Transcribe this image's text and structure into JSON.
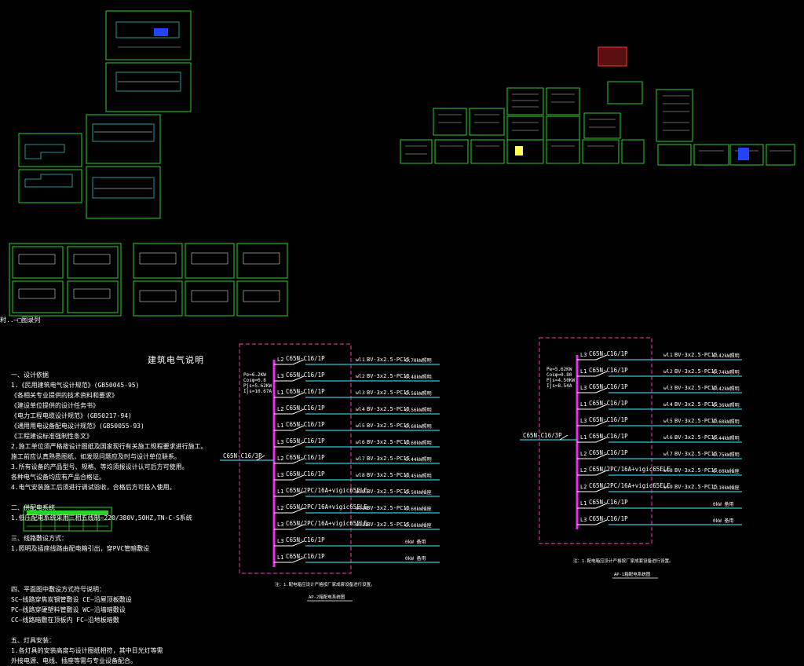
{
  "colors": {
    "background": "#000000",
    "frame": "#2bd12b",
    "bus": "#e830e8",
    "dashed_box": "#d0308c",
    "feeder": "#33c6d8",
    "text": "#ffffff",
    "highlight": "#ff3030"
  },
  "top_label": "籿..—□图录列",
  "notes": {
    "title": "建筑电气说明",
    "lines": [
      "一、设计依据",
      "1.《民用建筑电气设计规范》(GB50045-95)",
      "  《各相关专业提供的技术资料和要求》",
      "  《建设单位提供的设计任务书》",
      "  《电力工程电缆设计规范》(GB50217-94)",
      "  《通用用电设备配电设计规范》(GB50055-93)",
      "  《工程建设标准强制性条文》",
      "2.施工单位须严格按设计图纸及国家现行有关施工规程要求进行施工。",
      "  施工前应认真熟悉图纸，如发现问题应及时与设计单位联系。",
      "3.所有设备的产品型号、规格、等均须报设计认可后方可使用。",
      "  各种电气设备均应有产品合格证。",
      "4.电气安装施工后须进行调试验收，合格后方可投入使用。",
      "",
      "二、供配电系统",
      "1.低压配电系统采用三相五线制~220/380V,50HZ,TN-C-S系统",
      "",
      "三、线路敷设方式：",
      "1.照明及插座线路由配电箱引出，穿PVC管暗敷设",
      "",
      "",
      "",
      "四、平面图中敷设方式符号说明：",
      "  SC—线路穿焦炭钢管敷设  CE—沿屋顶板敷设",
      "  PC—线路穿硬塑料管敷设  WC—沿墙暗敷设",
      "  CC—线路暗敷在顶板内   FC—沿地板暗敷",
      "",
      "五、灯具安装：",
      "1.各灯具的安装高度与设计图纸相符，其中日光灯等需",
      "  外接电源、电线、插座等需与专业设备配合。"
    ]
  },
  "diagram_left": {
    "incoming": "C65N-C16/3P",
    "params": [
      "Pe=6.2KW",
      "Cosφ=0.8",
      "Pjs=5.62KW",
      "Ijs=10.67A"
    ],
    "circuits": [
      {
        "phase": "L2",
        "breaker": "C65N-C16/1P",
        "id": "wl1",
        "cable": "BV-3x2.5-PC15",
        "load": "0.70kW照明"
      },
      {
        "phase": "L3",
        "breaker": "C65N-C16/1P",
        "id": "wl2",
        "cable": "BV-3x2.5-PC15",
        "load": "0.48kW照明"
      },
      {
        "phase": "L1",
        "breaker": "C65N-C16/1P",
        "id": "wl3",
        "cable": "BV-3x2.5-PC15",
        "load": "0.56kW照明"
      },
      {
        "phase": "L2",
        "breaker": "C65N-C16/1P",
        "id": "wl4",
        "cable": "BV-3x2.5-PC15",
        "load": "0.56kW照明"
      },
      {
        "phase": "L1",
        "breaker": "C65N-C16/1P",
        "id": "wl5",
        "cable": "BV-3x2.5-PC15",
        "load": "0.60kW照明"
      },
      {
        "phase": "L3",
        "breaker": "C65N-C16/1P",
        "id": "wl6",
        "cable": "BV-3x2.5-PC15",
        "load": "0.60kW照明"
      },
      {
        "phase": "L2",
        "breaker": "C65N-C16/1P",
        "id": "wl7",
        "cable": "BV-3x2.5-PC15",
        "load": "0.44kW照明"
      },
      {
        "phase": "L3",
        "breaker": "C65N-C16/1P",
        "id": "wl8",
        "cable": "BV-3x2.5-PC15",
        "load": "0.45kW照明"
      },
      {
        "phase": "L1",
        "breaker": "C65N/2PC/16A+vigic65ELE",
        "id": "wl9",
        "cable": "BV-3x2.5-PC15",
        "load": "0.50kW插座"
      },
      {
        "phase": "L2",
        "breaker": "C65N/2PC/16A+vigic65ELE",
        "id": "wl10",
        "cable": "BV-3x2.5-PC15",
        "load": "0.60kW插座"
      },
      {
        "phase": "L3",
        "breaker": "C65N/2PC/16A+vigic65ELE",
        "id": "wl11",
        "cable": "BV-3x2.5-PC15",
        "load": "0.60kW插座"
      },
      {
        "phase": "L3",
        "breaker": "C65N-C16/1P",
        "id": "",
        "cable": "",
        "load": "0kW 备用"
      },
      {
        "phase": "L1",
        "breaker": "C65N-C16/1P",
        "id": "",
        "cable": "",
        "load": "0kW 备用"
      }
    ],
    "footnote": "注：1.配电箱应设计严格按厂家成套设备进行设置。",
    "caption": "AP-2箱配电系统图"
  },
  "diagram_right": {
    "incoming": "C65N-C16/3P",
    "params": [
      "Pe=5.62KW",
      "Cosφ=0.80",
      "Pjs=4.50KW",
      "Ijs=8.54A"
    ],
    "circuits": [
      {
        "phase": "L3",
        "breaker": "C65N-C16/1P",
        "id": "wl1",
        "cable": "BV-3x2.5-PC15",
        "load": "0.42kW照明"
      },
      {
        "phase": "L1",
        "breaker": "C65N-C16/1P",
        "id": "wl2",
        "cable": "BV-3x2.5-PC15",
        "load": "0.74kW照明"
      },
      {
        "phase": "L3",
        "breaker": "C65N-C16/1P",
        "id": "wl3",
        "cable": "BV-3x2.5-PC15",
        "load": "0.42kW照明"
      },
      {
        "phase": "L1",
        "breaker": "C65N-C16/1P",
        "id": "wl4",
        "cable": "BV-3x2.5-PC15",
        "load": "0.36kW照明"
      },
      {
        "phase": "L3",
        "breaker": "C65N-C16/1P",
        "id": "wl5",
        "cable": "BV-3x2.5-PC15",
        "load": "0.60kW照明"
      },
      {
        "phase": "L1",
        "breaker": "C65N-C16/1P",
        "id": "wl6",
        "cable": "BV-3x2.5-PC15",
        "load": "0.44kW照明"
      },
      {
        "phase": "L2",
        "breaker": "C65N-C16/1P",
        "id": "wl7",
        "cable": "BV-3x2.5-PC15",
        "load": "0.75kW照明"
      },
      {
        "phase": "L2",
        "breaker": "C65N/2PC/16A+vigic65ELE",
        "id": "wl8",
        "cable": "BV-3x2.5-PC15",
        "load": "0.60kW插座"
      },
      {
        "phase": "L2",
        "breaker": "C65N/2PC/16A+vigic65ELE",
        "id": "wl9",
        "cable": "BV-3x2.5-PC15",
        "load": "1.10kW插座"
      },
      {
        "phase": "L1",
        "breaker": "C65N-C16/1P",
        "id": "",
        "cable": "",
        "load": "0kW 备用"
      },
      {
        "phase": "L3",
        "breaker": "C65N-C16/1P",
        "id": "",
        "cable": "",
        "load": "0kW 备用"
      }
    ],
    "footnote": "注：1.配电箱应设计严格按厂家成套设备进行设置。",
    "caption": "AP-1箱配电系统图"
  }
}
